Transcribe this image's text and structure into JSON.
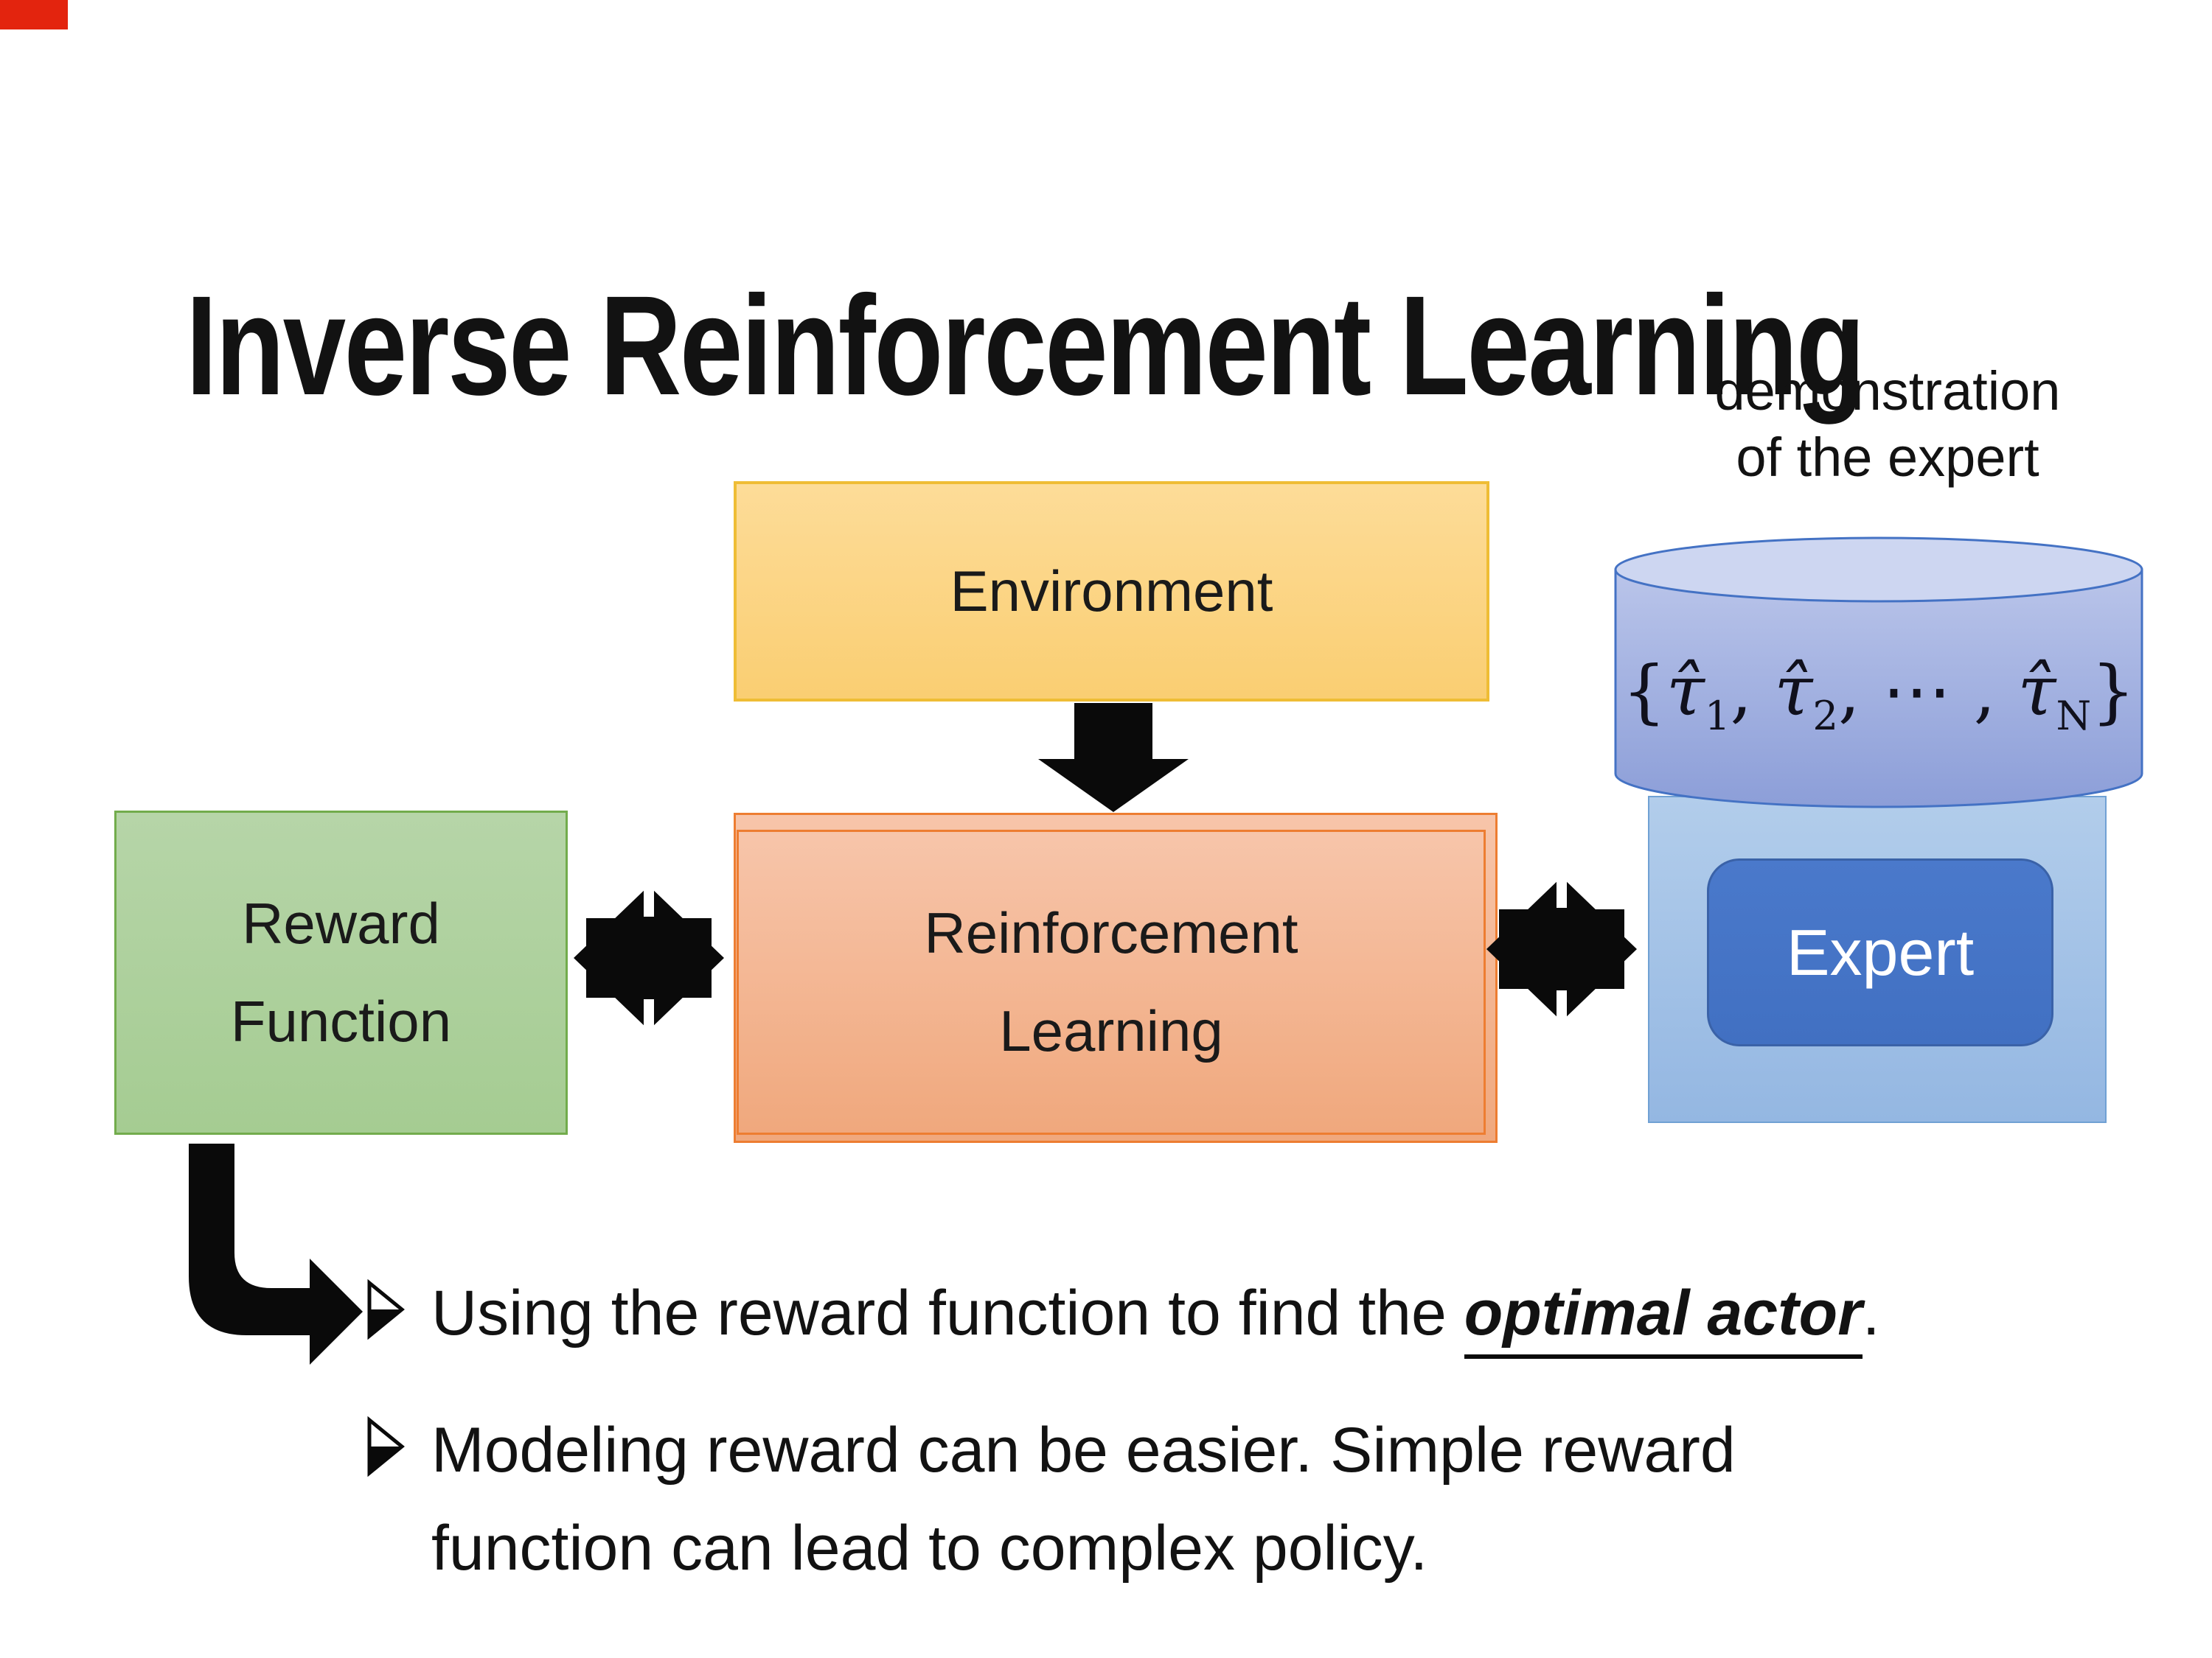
{
  "title": "Inverse Reinforcement Learning",
  "demo_caption": "demonstration\nof the expert",
  "environment_label": "Environment",
  "reward_function_label": "Reward\nFunction",
  "reinforcement_learning_label": "Reinforcement\nLearning",
  "expert_label": "Expert",
  "formula": {
    "segments": [
      {
        "t": "{"
      },
      {
        "t": "τ̂",
        "tau": true
      },
      {
        "sub": "1"
      },
      {
        "t": ", "
      },
      {
        "t": "τ̂",
        "tau": true
      },
      {
        "sub": "2"
      },
      {
        "t": ", ⋯ , "
      },
      {
        "t": "τ̂",
        "tau": true
      },
      {
        "sub": "N"
      },
      {
        "t": "}"
      }
    ]
  },
  "bullets": [
    {
      "segments": [
        {
          "t": "Using the reward function to find the "
        },
        {
          "t": "optimal actor",
          "emph": true
        },
        {
          "t": "."
        }
      ]
    },
    {
      "segments": [
        {
          "t": "Modeling reward can be easier. Simple reward\nfunction can lead to complex policy."
        }
      ]
    }
  ],
  "icons": {
    "down_arrow": "down-arrow",
    "double_arrow_left": "double-headed-arrow",
    "double_arrow_right": "double-headed-arrow",
    "bent_arrow": "elbow-right-arrow",
    "bullet_marker": "right-arrowhead-bullet",
    "cylinder": "database-cylinder"
  },
  "colors": {
    "env-fill-a": "#FDDC98",
    "env-fill-b": "#FACE72",
    "env-border": "#EFBD35",
    "green-fill-a": "#B6D5A8",
    "green-fill-b": "#A5CC92",
    "green-border": "#72AC4C",
    "rl-fill-a": "#F7C5AA",
    "rl-fill-b": "#F0A87D",
    "rl-border": "#ED7D31",
    "panel-fill-a": "#B2CDEB",
    "panel-fill-b": "#94B7E2",
    "panel-border": "#70A1D4",
    "cyl-fill-a": "#BAC5EA",
    "cyl-fill-b": "#8C9ED8",
    "cyl-top": "#CDD6F1",
    "cyl-border": "#4472C4",
    "expert-fill-a": "#4A79CB",
    "expert-fill-b": "#4170C2",
    "expert-border": "#3A62A8",
    "ink": "#0a0a0a",
    "red-fragment": "#E3240E"
  }
}
